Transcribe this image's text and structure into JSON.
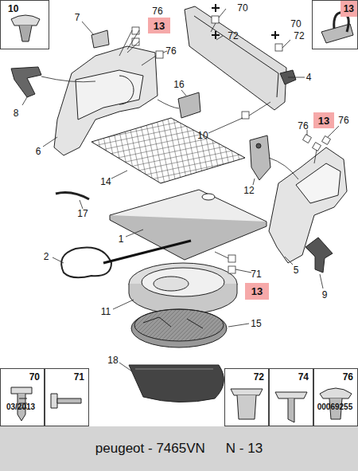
{
  "diagram": {
    "nodes": [
      {
        "text": [
          "10"
        ]
      },
      {
        "text": [
          "13"
        ]
      },
      {
        "text": [
          "13"
        ]
      },
      {
        "text": [
          "13"
        ]
      },
      {
        "text": [
          "13"
        ]
      },
      {
        "text": [
          "70"
        ]
      },
      {
        "text": [
          "71"
        ]
      },
      {
        "text": [
          "72"
        ]
      },
      {
        "text": [
          "74"
        ]
      },
      {
        "text": [
          "76"
        ]
      },
      {
        "text": [
          "peugeot - 7465VN",
          "N - 13"
        ]
      }
    ],
    "labels": [
      "7",
      "76",
      "76",
      "70",
      "72",
      "70",
      "72",
      "4",
      "8",
      "16",
      "6",
      "10",
      "76",
      "76",
      "12",
      "14",
      "17",
      "1",
      "5",
      "9",
      "2",
      "71",
      "11",
      "15",
      "18",
      "03/2013",
      "00069255"
    ]
  }
}
